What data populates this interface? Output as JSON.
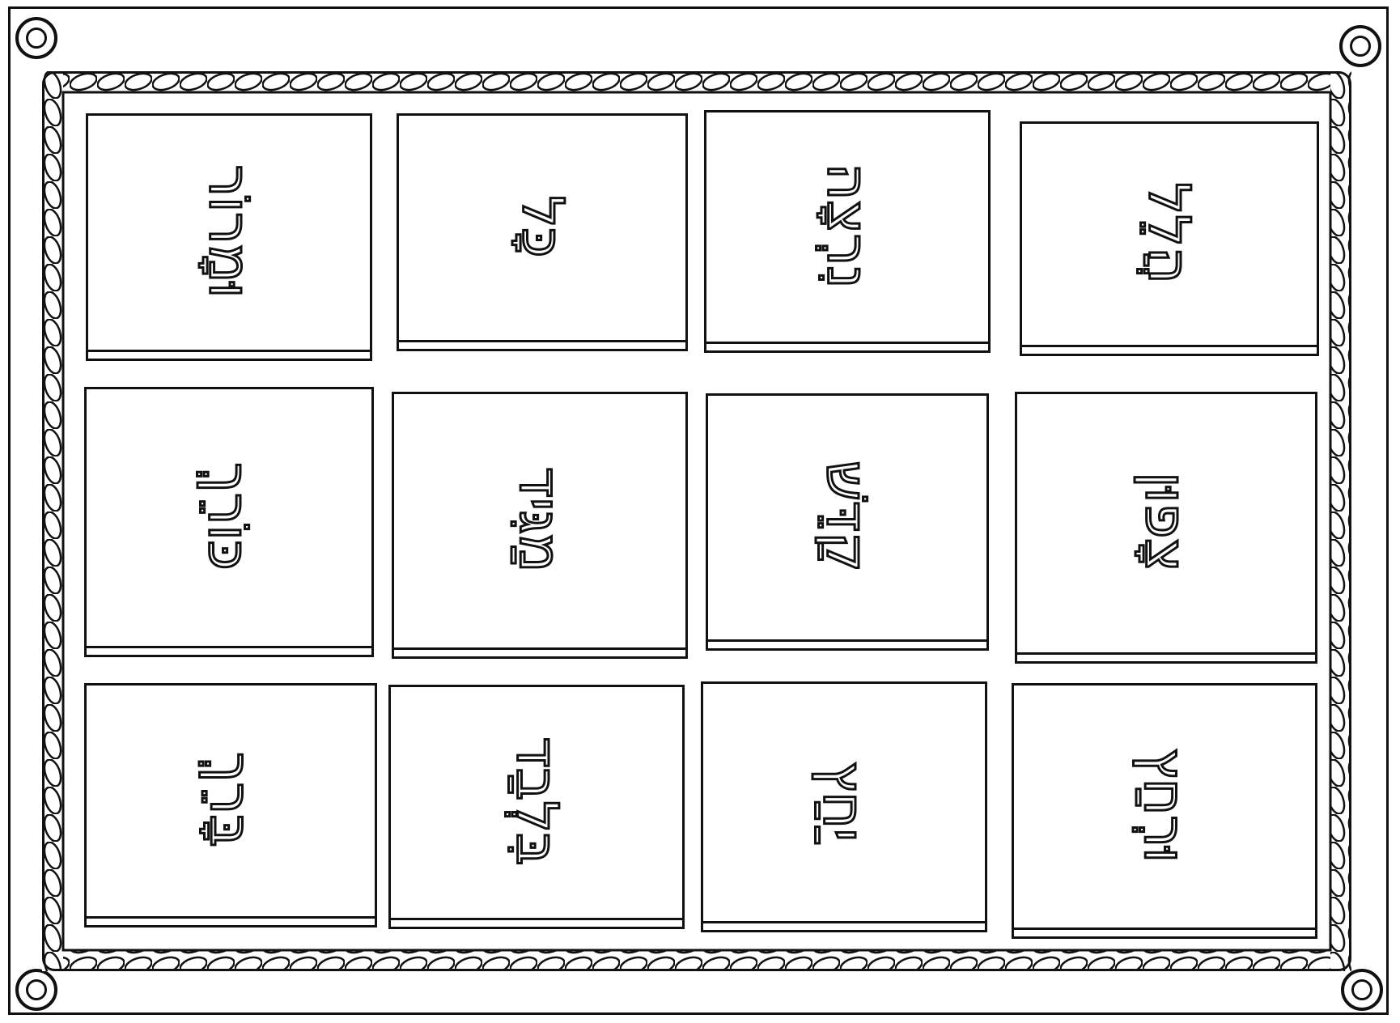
{
  "tiles": [
    {
      "word": "וּמָרוֹר"
    },
    {
      "word": "כָּל"
    },
    {
      "word": "נִרְצָה"
    },
    {
      "word": "הֲלֵל"
    },
    {
      "word": "כּוֹרֵךְ"
    },
    {
      "word": "מַגִּיד"
    },
    {
      "word": "קַדֵּשׁ"
    },
    {
      "word": "צָפוּן"
    },
    {
      "word": "בָּרֵךְ"
    },
    {
      "word": "בִּלְבַד"
    },
    {
      "word": "יַחַץ"
    },
    {
      "word": "וּרְחַץ"
    }
  ]
}
